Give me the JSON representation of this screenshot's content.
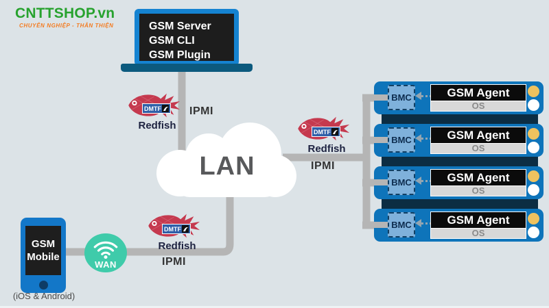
{
  "brand": {
    "name": "CNTTSHOP.vn",
    "tagline": "CHUYÊN NGHIỆP - THÂN THIỆN"
  },
  "laptop": {
    "lines": [
      "GSM Server",
      "GSM CLI",
      "GSM Plugin"
    ]
  },
  "network": {
    "lan_label": "LAN",
    "wan_label": "WAN",
    "ipmi_top": "IPMI",
    "ipmi_right": "IPMI",
    "ipmi_bottom": "IPMI"
  },
  "redfish": {
    "dmtf_label": "DMTF",
    "name": "Redfish"
  },
  "mobile": {
    "title_line1": "GSM",
    "title_line2": "Mobile",
    "caption": "(iOS & Android)"
  },
  "servers": {
    "items": [
      {
        "bmc": "BMC",
        "agent": "GSM Agent",
        "os": "OS"
      },
      {
        "bmc": "BMC",
        "agent": "GSM Agent",
        "os": "OS"
      },
      {
        "bmc": "BMC",
        "agent": "GSM Agent",
        "os": "OS"
      },
      {
        "bmc": "BMC",
        "agent": "GSM Agent",
        "os": "OS"
      }
    ]
  },
  "icons": {
    "wifi": "wifi-icon",
    "redfish_fish": "redfish-fish-icon",
    "cloud": "cloud-shape",
    "led_amber": "amber-led",
    "led_white": "white-led"
  },
  "colors": {
    "background": "#dce3e7",
    "server_blue": "#0e74ba",
    "rack_dark": "#0c2d43",
    "bmc_blue": "#7fb1db",
    "laptop_frame": "#1583d1",
    "laptop_base": "#0c5a7e",
    "phone_frame": "#1377c8",
    "wan_teal": "#3fcbaa",
    "fish_red": "#c5394e",
    "dmtf_blue": "#2f5fa8",
    "line_gray": "#b5b5b5",
    "brand_green": "#27a22e",
    "brand_orange": "#f47b20",
    "led_amber": "#efc25f"
  }
}
